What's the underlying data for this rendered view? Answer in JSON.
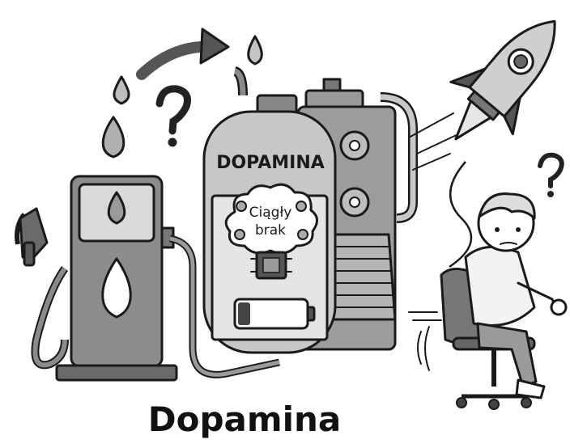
{
  "tank": {
    "label": "DOPAMINA",
    "thought_line1": "Ciągły",
    "thought_line2": "brak",
    "battery_level": 0.18
  },
  "caption": "Dopamina",
  "icons": [
    "fuel-pump-icon",
    "drop-icon",
    "question-mark-icon",
    "arrow-icon",
    "engine-icon",
    "gear-icon",
    "chip-icon",
    "battery-icon",
    "rocket-icon",
    "boy-icon",
    "office-chair-icon"
  ]
}
